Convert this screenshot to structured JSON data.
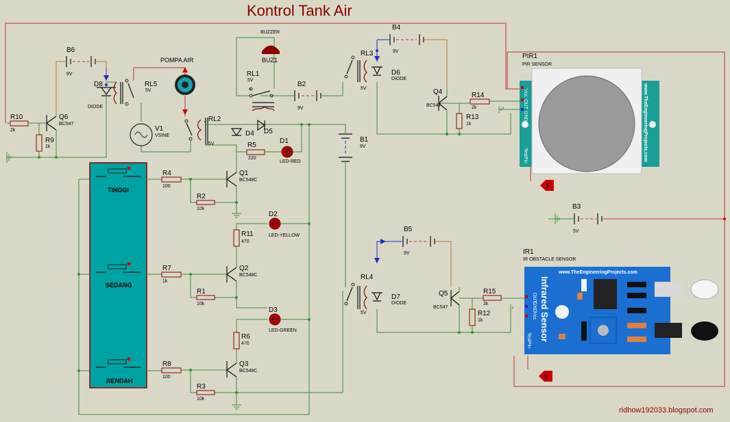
{
  "title": "Kontrol Tank Air",
  "footer": "ridhow192033.blogspot.com",
  "colors": {
    "background": "#d9d8c7",
    "title": "#8b0000",
    "wire": "#3c8c3c",
    "panel": "#00a0a0",
    "ir_board": "#1a6fd0"
  },
  "level_switches": [
    {
      "label": "TINGGI"
    },
    {
      "label": "SEDANG"
    },
    {
      "label": "RENDAH"
    }
  ],
  "components": {
    "buzzer": {
      "name": "BUZZER",
      "ref": "BUZ1"
    },
    "pump": {
      "name": "POMPA AIR"
    },
    "v1": {
      "ref": "V1",
      "value": "VSINE"
    },
    "b6": {
      "ref": "B6",
      "value": "9V"
    },
    "b4": {
      "ref": "B4",
      "value": "9V"
    },
    "b2": {
      "ref": "B2",
      "value": "9V"
    },
    "b1": {
      "ref": "B1",
      "value": "9V"
    },
    "b3": {
      "ref": "B3",
      "value": "5V"
    },
    "b5": {
      "ref": "B5",
      "value": "9V"
    },
    "rl1": {
      "ref": "RL1",
      "value": "5V"
    },
    "rl2": {
      "ref": "RL2",
      "value": "5V"
    },
    "rl3": {
      "ref": "RL3",
      "value": "5V"
    },
    "rl4": {
      "ref": "RL4",
      "value": "5V"
    },
    "rl5": {
      "ref": "RL5",
      "value": "5V"
    },
    "d8": {
      "ref": "D8",
      "value": "DIODE"
    },
    "d6": {
      "ref": "D6",
      "value": "DIODE"
    },
    "d7": {
      "ref": "D7",
      "value": "DIODE"
    },
    "d4": {
      "ref": "D4"
    },
    "d5": {
      "ref": "D5"
    },
    "d1": {
      "ref": "D1",
      "value": "LED-RED"
    },
    "d2": {
      "ref": "D2",
      "value": "LED-YELLOW"
    },
    "d3": {
      "ref": "D3",
      "value": "LED-GREEN"
    },
    "q1": {
      "ref": "Q1",
      "value": "BC548C"
    },
    "q2": {
      "ref": "Q2",
      "value": "BC548C"
    },
    "q3": {
      "ref": "Q3",
      "value": "BC548C"
    },
    "q4": {
      "ref": "Q4",
      "value": "BC547"
    },
    "q5": {
      "ref": "Q5",
      "value": "BC547"
    },
    "q6": {
      "ref": "Q6",
      "value": "BC547"
    },
    "r1": {
      "ref": "R1",
      "value": "10k"
    },
    "r2": {
      "ref": "R2",
      "value": "10k"
    },
    "r3": {
      "ref": "R3",
      "value": "10k"
    },
    "r4": {
      "ref": "R4",
      "value": "100"
    },
    "r5": {
      "ref": "R5",
      "value": "220"
    },
    "r6": {
      "ref": "R6",
      "value": "470"
    },
    "r7": {
      "ref": "R7",
      "value": "1k"
    },
    "r8": {
      "ref": "R8",
      "value": "100"
    },
    "r9": {
      "ref": "R9",
      "value": "1k"
    },
    "r10": {
      "ref": "R10",
      "value": "2k"
    },
    "r11": {
      "ref": "R11",
      "value": "470"
    },
    "r12": {
      "ref": "R12",
      "value": "1k"
    },
    "r13": {
      "ref": "R13",
      "value": "1k"
    },
    "r14": {
      "ref": "R14",
      "value": "2k"
    },
    "r15": {
      "ref": "R15",
      "value": "2k"
    }
  },
  "pir": {
    "ref": "PIR1",
    "name": "PIR SENSOR",
    "pins": [
      "Vcc",
      "OUT",
      "GND",
      "TestPin"
    ],
    "side_text": "www.TheEngineeringProjects.com",
    "terminal": "1"
  },
  "ir": {
    "ref": "IR1",
    "name": "IR OBSTACLE SENSOR",
    "url": "www.TheEngineeringProjects.com",
    "board_text": "Infrared Sensor",
    "pins": [
      "OUT",
      "GND",
      "Vcc",
      "TestPin"
    ],
    "terminal": "1"
  }
}
